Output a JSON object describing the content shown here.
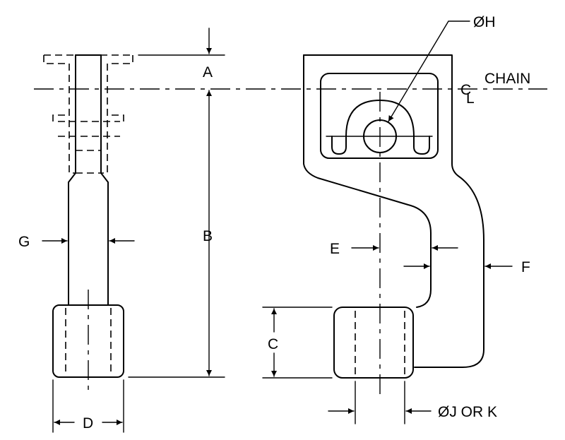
{
  "labels": {
    "a": "A",
    "b": "B",
    "c": "C",
    "d": "D",
    "e": "E",
    "f": "F",
    "g": "G",
    "h": "ØH",
    "chain": "CHAIN",
    "cl_c": "C",
    "cl_l": "L",
    "j_or_k": "ØJ OR K"
  }
}
